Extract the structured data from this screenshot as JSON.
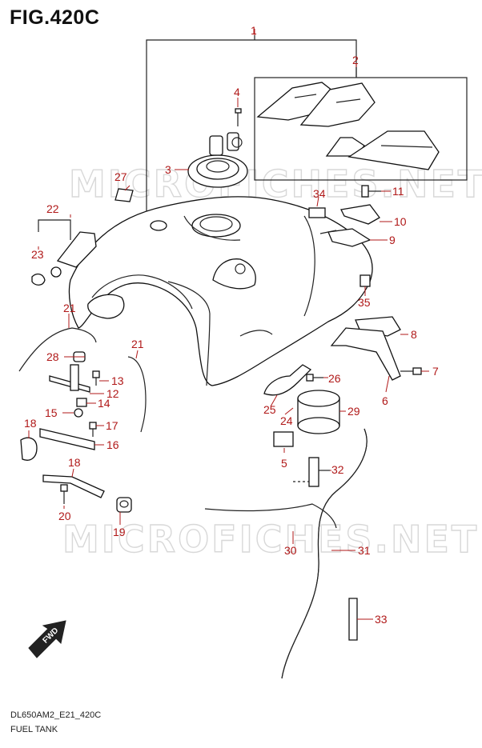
{
  "figure": {
    "title": "FIG.420C",
    "code": "DL650AM2_E21_420C",
    "name": "FUEL TANK",
    "watermark": "MICROFICHES.NET",
    "direction_label": "FWD",
    "accent_color": "#b01818"
  },
  "callouts": [
    {
      "id": "c1",
      "text": "1"
    },
    {
      "id": "c2",
      "text": "2"
    },
    {
      "id": "c3",
      "text": "3"
    },
    {
      "id": "c4",
      "text": "4"
    },
    {
      "id": "c5",
      "text": "5"
    },
    {
      "id": "c6",
      "text": "6"
    },
    {
      "id": "c7",
      "text": "7"
    },
    {
      "id": "c8",
      "text": "8"
    },
    {
      "id": "c9",
      "text": "9"
    },
    {
      "id": "c10",
      "text": "10"
    },
    {
      "id": "c11",
      "text": "11"
    },
    {
      "id": "c12",
      "text": "12"
    },
    {
      "id": "c13",
      "text": "13"
    },
    {
      "id": "c14",
      "text": "14"
    },
    {
      "id": "c15",
      "text": "15"
    },
    {
      "id": "c16",
      "text": "16"
    },
    {
      "id": "c17",
      "text": "17"
    },
    {
      "id": "c18a",
      "text": "18"
    },
    {
      "id": "c18b",
      "text": "18"
    },
    {
      "id": "c19",
      "text": "19"
    },
    {
      "id": "c20",
      "text": "20"
    },
    {
      "id": "c21a",
      "text": "21"
    },
    {
      "id": "c21b",
      "text": "21"
    },
    {
      "id": "c22",
      "text": "22"
    },
    {
      "id": "c23",
      "text": "23"
    },
    {
      "id": "c24",
      "text": "24"
    },
    {
      "id": "c25",
      "text": "25"
    },
    {
      "id": "c26",
      "text": "26"
    },
    {
      "id": "c27",
      "text": "27"
    },
    {
      "id": "c28",
      "text": "28"
    },
    {
      "id": "c29",
      "text": "29"
    },
    {
      "id": "c30",
      "text": "30"
    },
    {
      "id": "c31",
      "text": "31"
    },
    {
      "id": "c32",
      "text": "32"
    },
    {
      "id": "c33",
      "text": "33"
    },
    {
      "id": "c34",
      "text": "34"
    },
    {
      "id": "c35",
      "text": "35"
    }
  ]
}
